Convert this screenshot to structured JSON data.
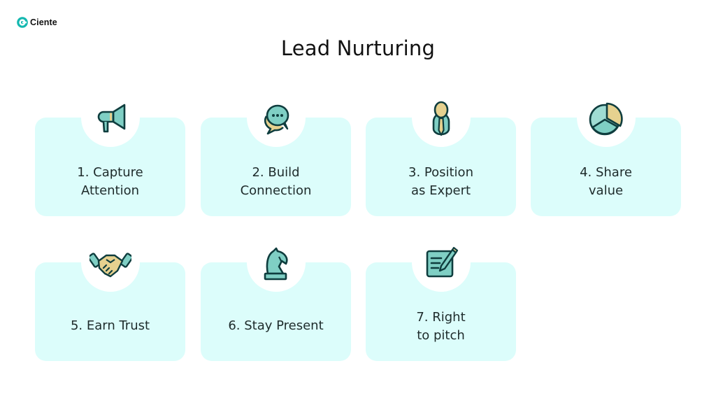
{
  "brand": {
    "name": "Ciente",
    "color": "#14b8b0"
  },
  "title": "Lead Nurturing",
  "colors": {
    "card_bg": "#dcfdfb",
    "icon_stroke": "#0f3d3e",
    "icon_teal": "#7fcfc4",
    "icon_sand": "#e6d18f"
  },
  "steps": [
    {
      "number": 1,
      "label": "1. Capture\nAttention",
      "icon": "megaphone-icon"
    },
    {
      "number": 2,
      "label": "2. Build\nConnection",
      "icon": "chat-bubbles-icon"
    },
    {
      "number": 3,
      "label": "3. Position\nas Expert",
      "icon": "expert-person-icon"
    },
    {
      "number": 4,
      "label": "4. Share\nvalue",
      "icon": "pie-chart-icon"
    },
    {
      "number": 5,
      "label": "5. Earn Trust",
      "icon": "handshake-icon"
    },
    {
      "number": 6,
      "label": "6. Stay Present",
      "icon": "chess-knight-icon"
    },
    {
      "number": 7,
      "label": "7. Right\nto pitch",
      "icon": "note-pencil-icon"
    }
  ]
}
